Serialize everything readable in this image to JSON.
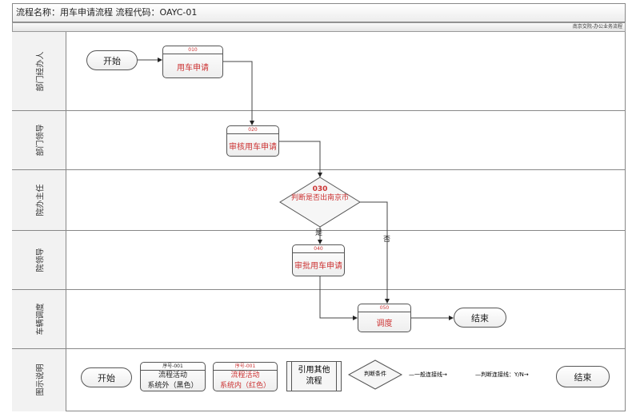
{
  "header": {
    "title": "流程名称：用车申请流程 流程代码：OAYC-01",
    "org": "南京交院-办公业务流程"
  },
  "lanes": [
    "部门经办人",
    "部门领导",
    "院办主任",
    "院领导",
    "车辆调度",
    "图示说明"
  ],
  "nodes": {
    "start": "开始",
    "n010": {
      "id": "010",
      "label": "用车申请"
    },
    "n020": {
      "id": "020",
      "label": "审核用车申请"
    },
    "n030": {
      "id": "030",
      "label": "判断是否出南京市"
    },
    "n040": {
      "id": "040",
      "label": "审批用车申请"
    },
    "n050": {
      "id": "050",
      "label": "调度"
    },
    "end": "结束"
  },
  "edges": {
    "yes": "是",
    "no": "否"
  },
  "legend": {
    "start": "开始",
    "activity_ext": {
      "id": "序号-001",
      "line1": "流程活动",
      "line2": "系统外（黑色）"
    },
    "activity_int": {
      "id": "序号-001",
      "line1": "流程活动",
      "line2": "系统内（红色）"
    },
    "ref": {
      "line1": "引用其他",
      "line2": "流程"
    },
    "decision": "判断条件",
    "normal_line": "一般连接线",
    "decision_line": "判断连接线：Y/N",
    "end": "结束"
  },
  "colors": {
    "activity_text": "#cc3333",
    "border": "#555555"
  }
}
